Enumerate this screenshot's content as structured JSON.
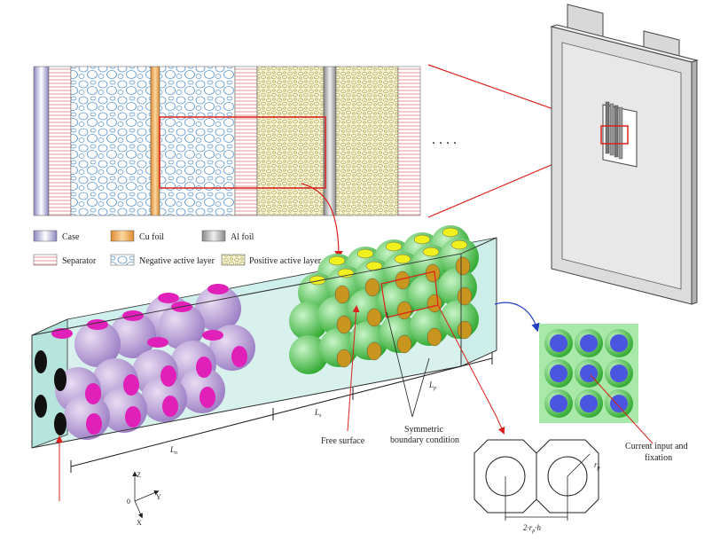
{
  "legend": {
    "case": "Case",
    "cu_foil": "Cu foil",
    "al_foil": "Al foil",
    "separator": "Separator",
    "negative": "Negative active layer",
    "positive": "Positive active layer"
  },
  "labels": {
    "ellipsis": ". . . .",
    "free_surface": "Free surface",
    "symmetric_line1": "Symmetric",
    "symmetric_line2": "boundary condition",
    "current_line1": "Current input and",
    "current_line2": "fixation",
    "ln": "L",
    "ln_sub": "n",
    "ls": "L",
    "ls_sub": "s",
    "lp": "L",
    "lp_sub": "p",
    "rp": "r",
    "rp_sub": "p",
    "width_formula": "2·r",
    "width_formula_sub": "p",
    "width_formula_tail": "·h",
    "axis_z": "Z",
    "axis_y": "Y",
    "axis_x": "X",
    "axis_origin": "0"
  },
  "colors": {
    "case": "#9b98c8",
    "cu_foil": "#e8a04a",
    "al_foil": "#a8a8a8",
    "separator": "#e07a7a",
    "negative": "#6aa6d6",
    "positive": "#b9b45a",
    "highlight": "#d9221c",
    "box_fill": "#8fd8cc",
    "anode_sphere": "#b79ad6",
    "anode_face": "#e020b8",
    "cathode_sphere": "#4ec94e",
    "cathode_face": "#c8961e",
    "cathode_top": "#f0f020",
    "current_dot": "#4a55e0",
    "arrow_blue": "#2040c0"
  }
}
